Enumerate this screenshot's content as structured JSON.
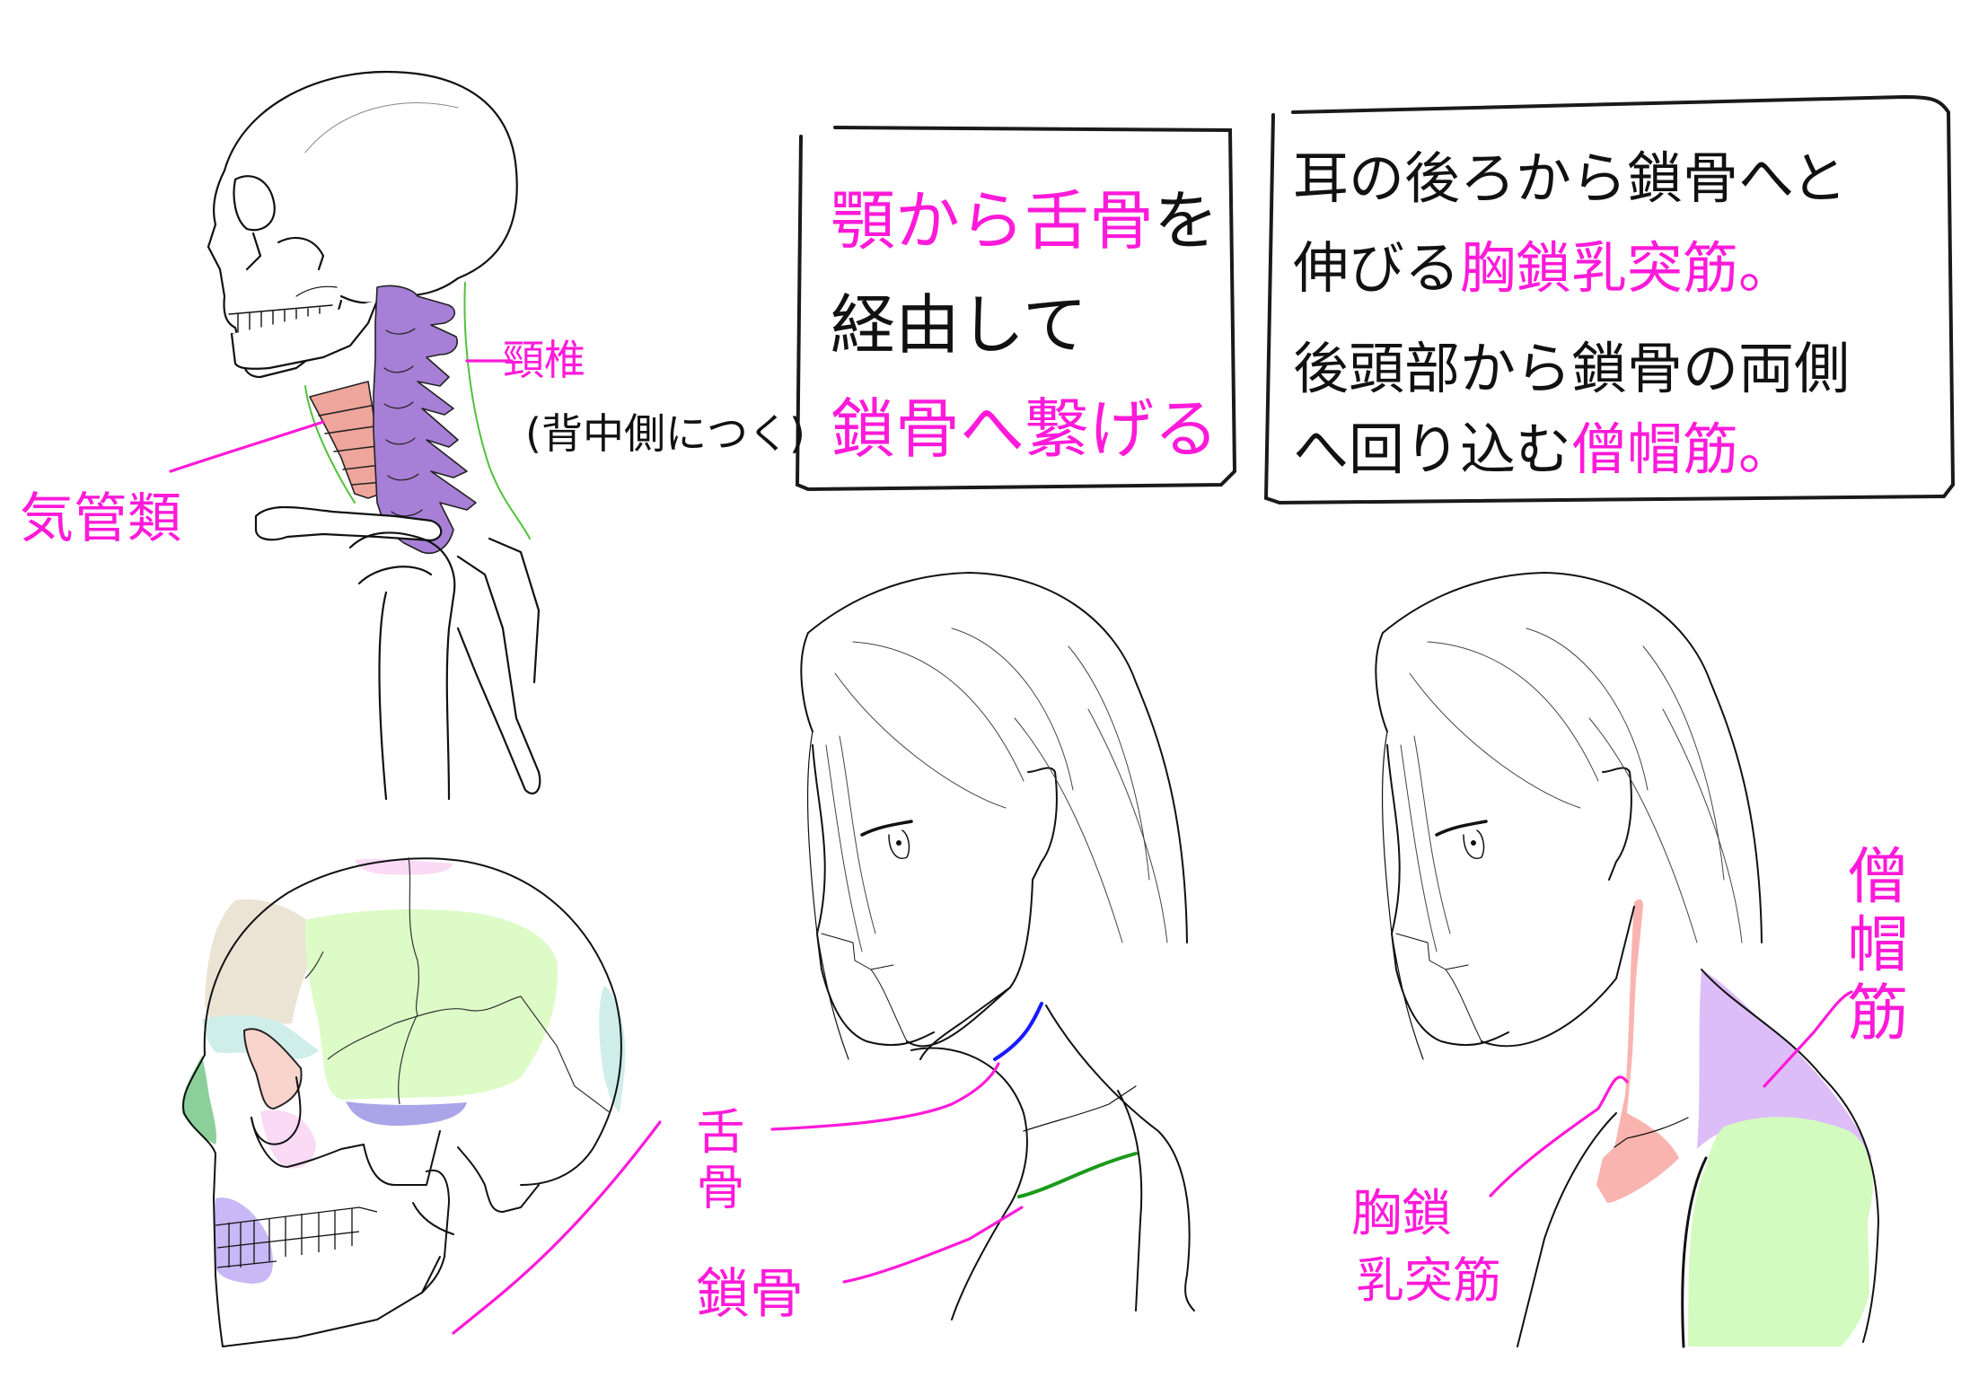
{
  "colors": {
    "accent_pink": "#ff1ad9",
    "text_black": "#111111",
    "vertebra_purple": "#a77fd6",
    "trachea_salmon": "#eea59c",
    "neck_outline_green": "#4fc23a",
    "hyoid_blue": "#1a1aff",
    "clavicle_green": "#1a9a1a",
    "scm_pink": "#f9b4b0",
    "trapezius_lavender": "#dcbdf7",
    "deltoid_green": "#d3fbc0",
    "skull_parietal_green": "#ddfbc6",
    "skull_frontal_beige": "#ebe3d4",
    "skull_cyan": "#cfeeea",
    "skull_orbit_salmon": "#f8d4cd",
    "skull_zygomatic_pink": "#fadaf5",
    "skull_sphenoid_blue": "#aaa5e8",
    "skull_maxilla_lavender": "#c8b8f5",
    "skull_nasal_green": "#8ccf9a"
  },
  "skeleton_figure": {
    "labels": {
      "cervical_vertebrae": "頸椎",
      "cervical_note": "(背中側につく)",
      "trachea": "気管類"
    }
  },
  "note_box_1": {
    "lines": [
      [
        {
          "text": "顎から舌骨",
          "color": "pink"
        },
        {
          "text": "を",
          "color": "black"
        }
      ],
      [
        {
          "text": "経由して",
          "color": "black"
        }
      ],
      [
        {
          "text": "鎖骨へ繋げる",
          "color": "pink"
        }
      ]
    ],
    "line1_pink": "顎から舌骨",
    "line1_black": "を",
    "line2_black": "経由して",
    "line3_pink": "鎖骨へ繋げる"
  },
  "note_box_2": {
    "line1_black": "耳の後ろから鎖骨へと",
    "line2_black": "伸びる",
    "line2_pink": "胸鎖乳突筋。",
    "line3_black": "後頭部から鎖骨の両側",
    "line4_black": "へ回り込む",
    "line4_pink": "僧帽筋。"
  },
  "girl_figure_1": {
    "labels": {
      "hyoid": "舌骨",
      "clavicle": "鎖骨"
    }
  },
  "girl_figure_2": {
    "labels": {
      "trapezius": "僧帽筋",
      "scm_line1": "胸鎖",
      "scm_line2": "乳突筋"
    }
  }
}
